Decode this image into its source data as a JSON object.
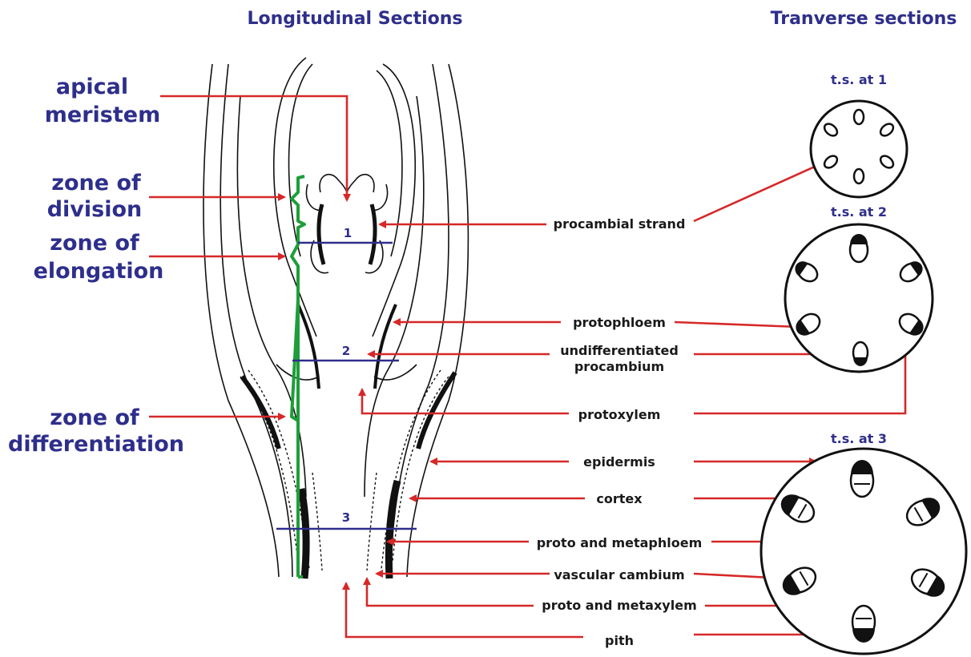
{
  "headings": {
    "longitudinal": "Longitudinal Sections",
    "transverse": "Tranverse sections"
  },
  "zones": {
    "apical_line1": "apical",
    "apical_line2": "meristem",
    "division_line1": "zone of",
    "division_line2": "division",
    "elongation_line1": "zone of",
    "elongation_line2": "elongation",
    "differentiation_line1": "zone of",
    "differentiation_line2": "differentiation"
  },
  "section_numbers": {
    "n1": "1",
    "n2": "2",
    "n3": "3"
  },
  "ts_labels": {
    "ts1": "t.s. at 1",
    "ts2": "t.s. at 2",
    "ts3": "t.s. at 3"
  },
  "parts": {
    "procambial_strand": "procambial strand",
    "protophloem": "protophloem",
    "undiff_line1": "undifferentiated",
    "undiff_line2": "procambium",
    "protoxylem": "protoxylem",
    "epidermis": "epidermis",
    "cortex": "cortex",
    "proto_metaphloem": "proto and metaphloem",
    "vascular_cambium": "vascular cambium",
    "proto_metaxylem": "proto and metaxylem",
    "pith": "pith"
  },
  "colors": {
    "heading": "#2e2e8c",
    "arrow": "#d62828",
    "brace": "#1e9e3a",
    "outline": "#111111"
  }
}
